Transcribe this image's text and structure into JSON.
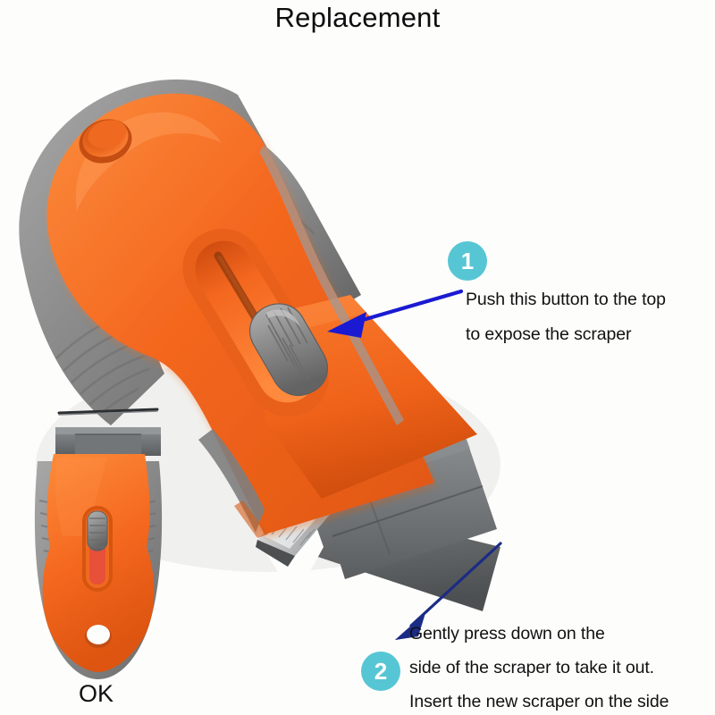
{
  "page": {
    "title": "Replacement",
    "background_color": "#fdfdfc"
  },
  "colors": {
    "handle_orange": "#f4671f",
    "handle_orange_light": "#fb8b3c",
    "handle_orange_dark": "#d4500f",
    "grip_gray": "#8d8d8d",
    "grip_gray_dark": "#6e6e6e",
    "grip_gray_light": "#a9a9a9",
    "blade_steel": "#6a6e70",
    "blade_steel_dark": "#4a4d4f",
    "blade_shine": "#d8dadb",
    "badge_teal": "#57c6d4",
    "arrow_blue_bright": "#1a1ad2",
    "arrow_blue_navy": "#1b2c85",
    "text_black": "#111111",
    "slot_red": "#e8503a"
  },
  "steps": [
    {
      "number": "1",
      "badge_color": "#57c6d4",
      "arrow_color": "#1a1ad2",
      "lines": [
        "Push this button to the top",
        "to expose the scraper"
      ]
    },
    {
      "number": "2",
      "badge_color": "#57c6d4",
      "arrow_color": "#1b2c85",
      "lines": [
        "Gently press down on the",
        "side of the scraper to take it out.",
        "Insert the new scraper on the side"
      ]
    }
  ],
  "small_scraper": {
    "label": "OK",
    "description": "front view of assembled razor scraper with blade installed"
  },
  "main_tool": {
    "description": "orange and gray razor blade scraper shown at an angle with slider button and exposed blade"
  }
}
